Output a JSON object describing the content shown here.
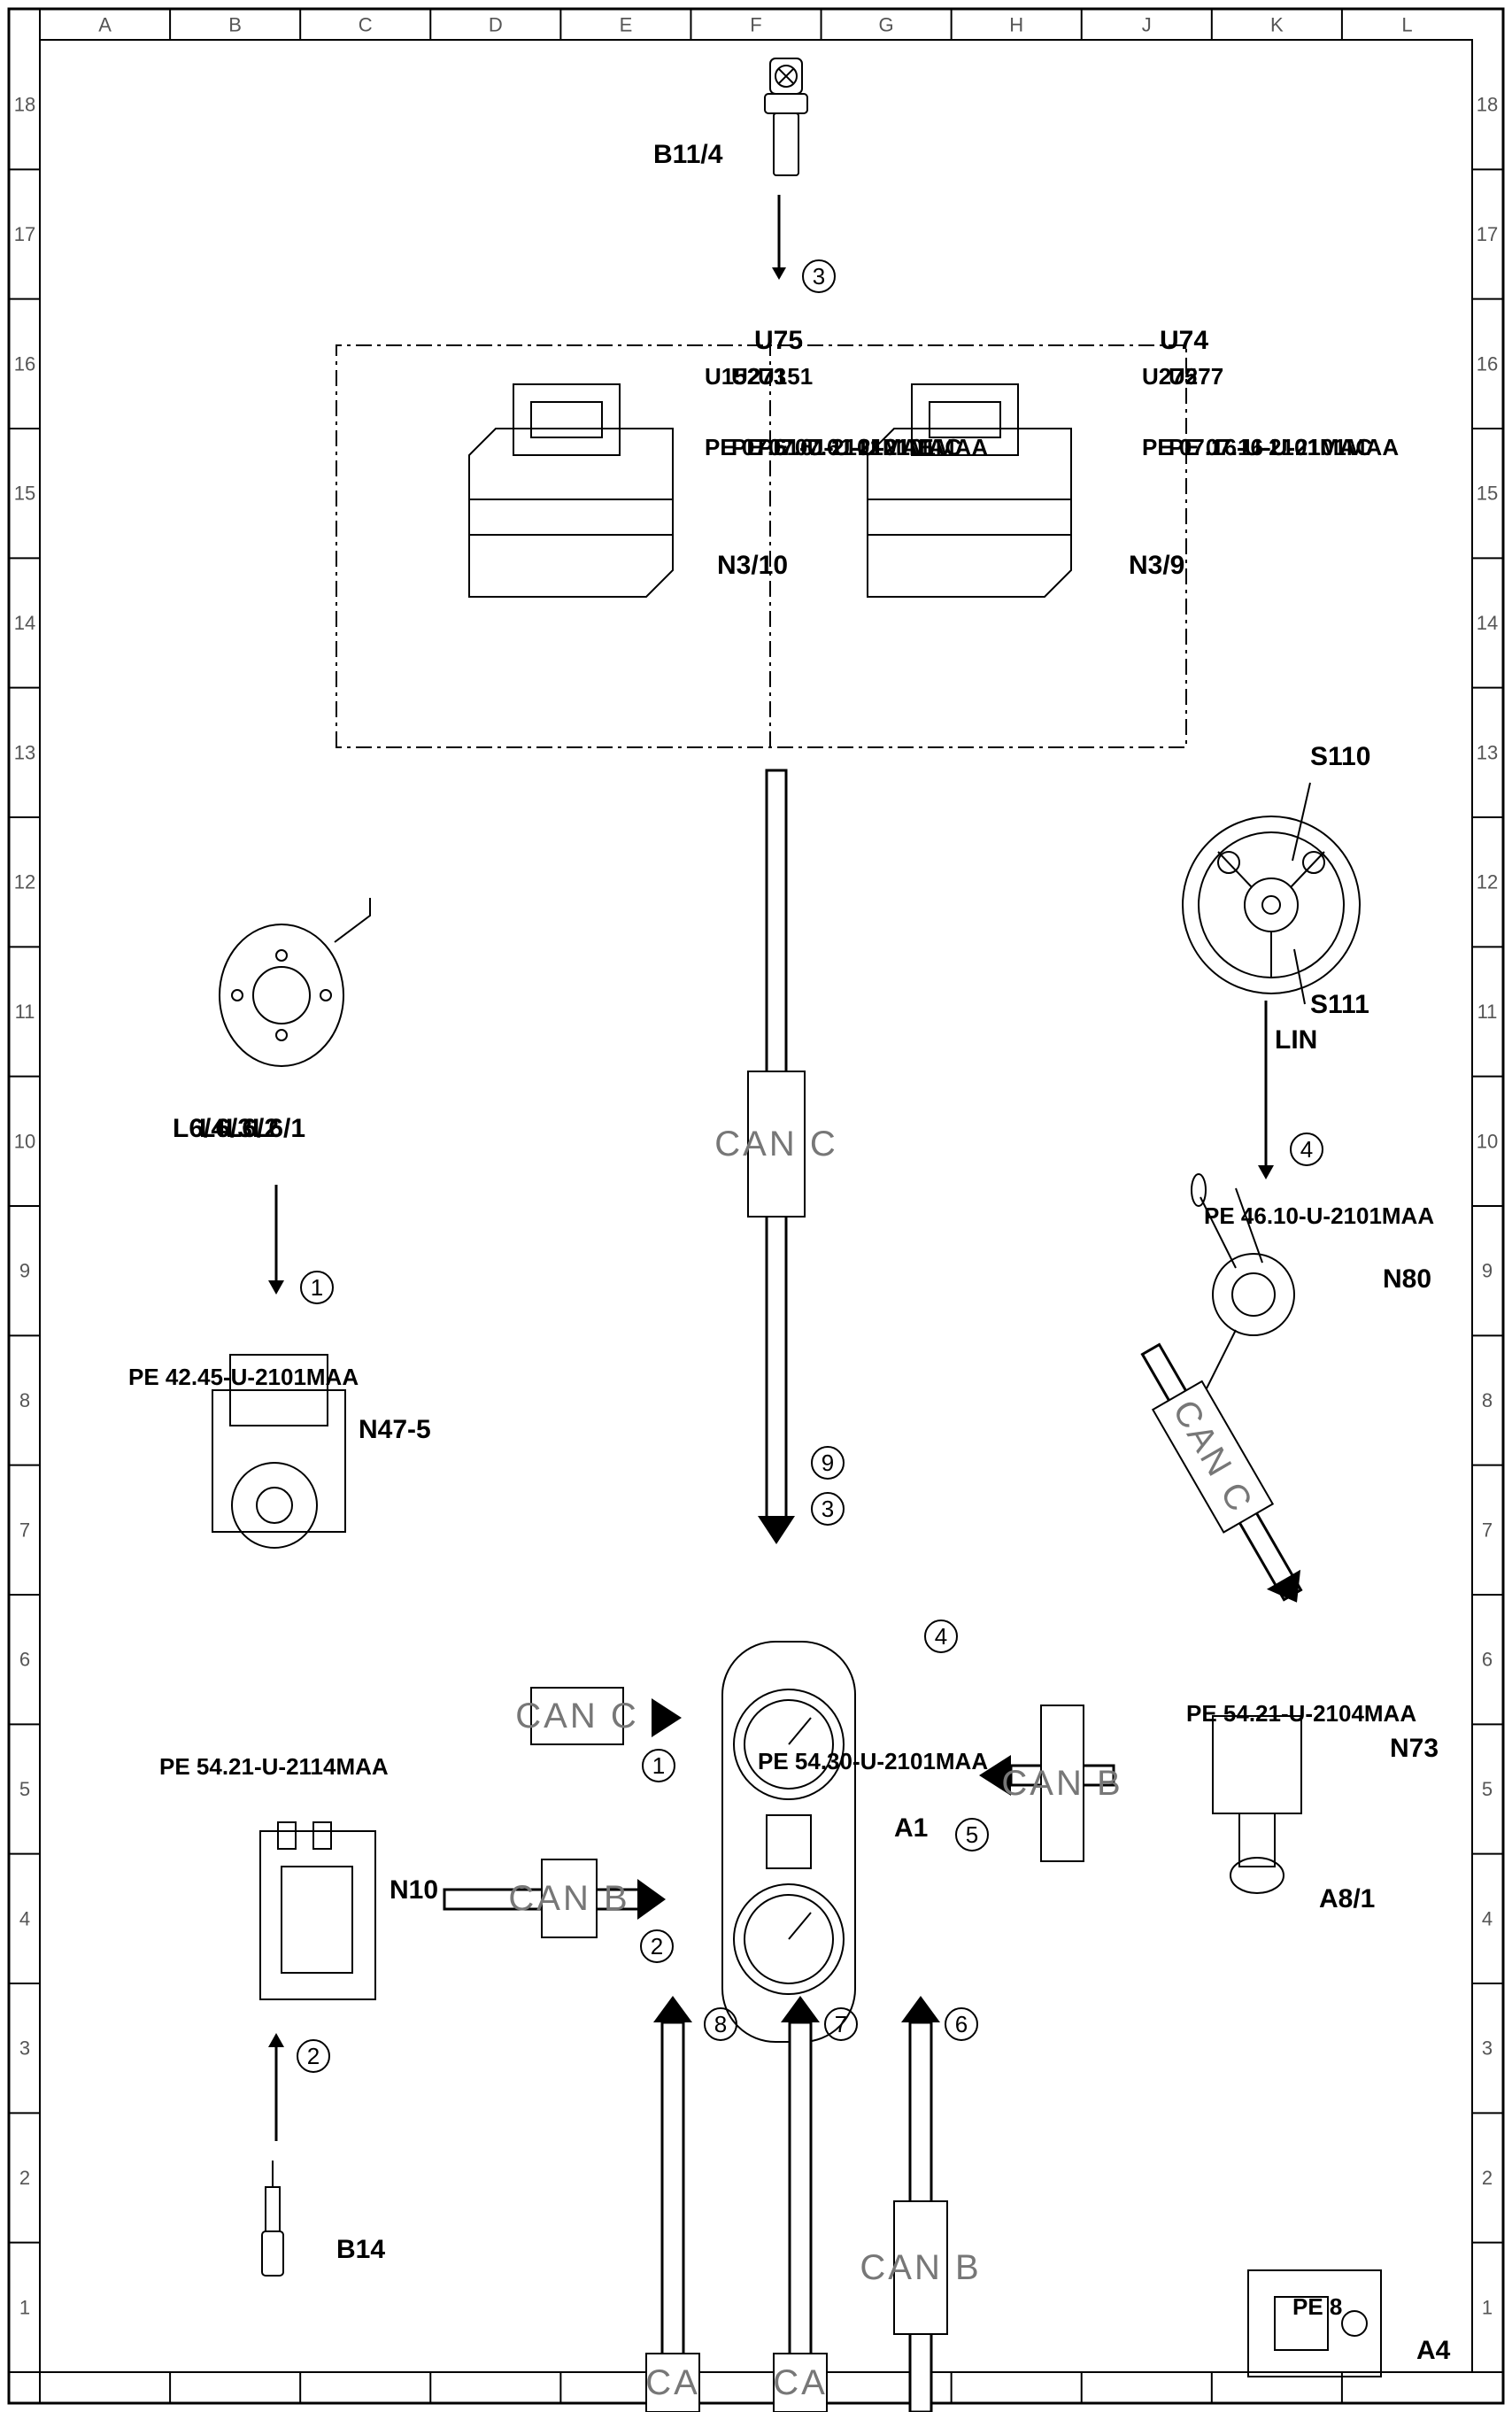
{
  "border": {
    "columns": [
      "A",
      "B",
      "C",
      "D",
      "E",
      "F",
      "G",
      "H",
      "J",
      "K",
      "L"
    ],
    "rows": [
      "1",
      "2",
      "3",
      "4",
      "5",
      "6",
      "7",
      "8",
      "9",
      "10",
      "11",
      "12",
      "13",
      "14",
      "15",
      "16",
      "17",
      "18"
    ]
  },
  "components": {
    "b11_4": "B11/4",
    "u74": "U74",
    "n3_9": "N3/9",
    "u277_code": "U277",
    "u277_ref": "PE 07.16-U-2101MAA",
    "u275_code": "U275",
    "u275_ref": "PE 07.16-U-2101MAC",
    "u75": "U75",
    "n3_10": "N3/10",
    "u151_code": "U151",
    "u151_ref": "PE 07.61-U-2101MAA",
    "u273_code": "U273",
    "u273_ref": "PE 07.61-U-2101MAC",
    "u152_code": "U152",
    "u152_ref": "PE 07.61-U-2101MAE",
    "s110": "S110",
    "s111": "S111",
    "lin": "LIN",
    "n80": "N80",
    "n80_ref": "PE 46.10-U-2101MAA",
    "l6_1": "L6/1",
    "l6_2": "L6/2",
    "l6_3": "L6/3",
    "l6_4": "L6/4",
    "n47_5": "N47-5",
    "n47_5_ref": "PE 42.45-U-2101MAA",
    "a1": "A1",
    "a1_ref": "PE 54.30-U-2101MAA",
    "n73": "N73",
    "a8_1": "A8/1",
    "n73_ref": "PE 54.21-U-2104MAA",
    "n10": "N10",
    "n10_ref": "PE 54.21-U-2114MAA",
    "b14": "B14",
    "a4": "A4",
    "a4_ref": "PE 8"
  },
  "buses": {
    "can_c": "CAN C",
    "can_b": "CAN B",
    "ca": "CA"
  },
  "steps": [
    "1",
    "2",
    "3",
    "4",
    "5",
    "6",
    "7",
    "8",
    "9"
  ]
}
